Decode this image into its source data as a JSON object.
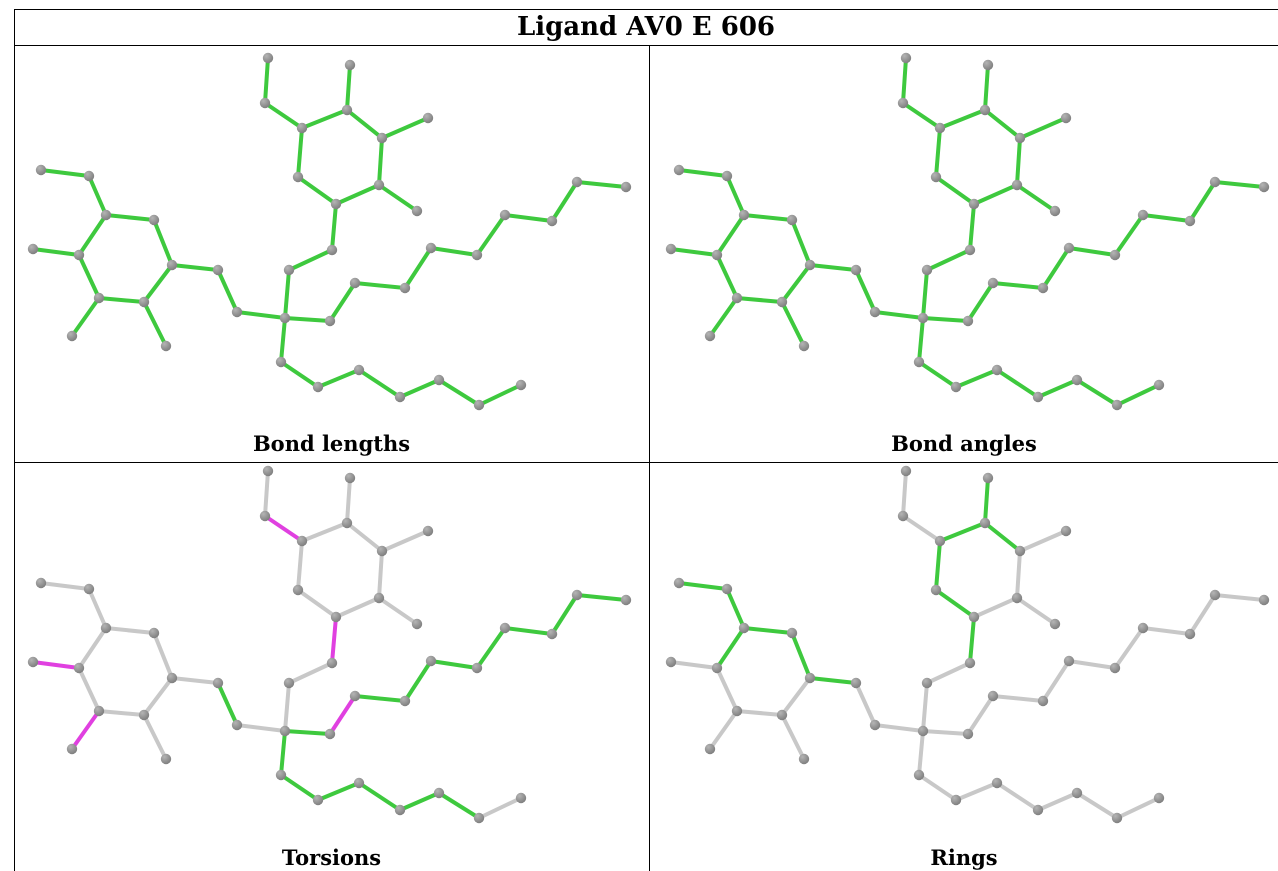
{
  "title": "Ligand AV0 E 606",
  "panels": [
    {
      "label": "Bond lengths"
    },
    {
      "label": "Bond angles"
    },
    {
      "label": "Torsions"
    },
    {
      "label": "Rings"
    }
  ],
  "colors": {
    "ok_bond": "#3ec93e",
    "flagged_bond": "#e040e0",
    "neutral_bond": "#c8c8c8",
    "atom": "#808080",
    "atom_highlight": "#b4b4b4"
  }
}
